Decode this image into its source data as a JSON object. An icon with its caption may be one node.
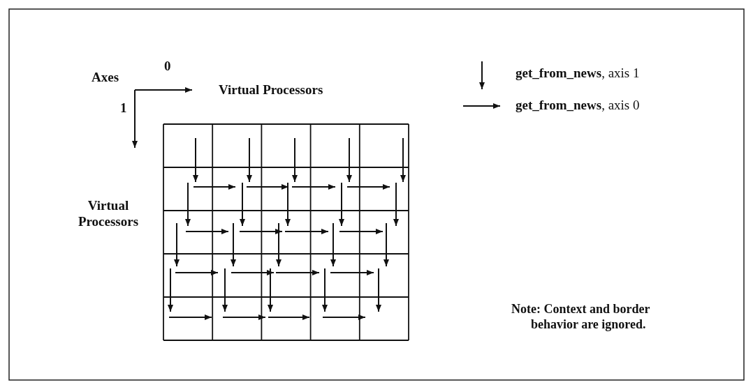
{
  "diagram": {
    "labels": [
      "Axes",
      "0",
      "1",
      "Virtual Processors",
      "Virtual Processors",
      "Note: Context and border behavior are ignored."
    ],
    "legend": [
      {
        "text": "**get_from_news**, axis 1"
      },
      {
        "text": "**get_from_news**, axis 0"
      }
    ]
  }
}
